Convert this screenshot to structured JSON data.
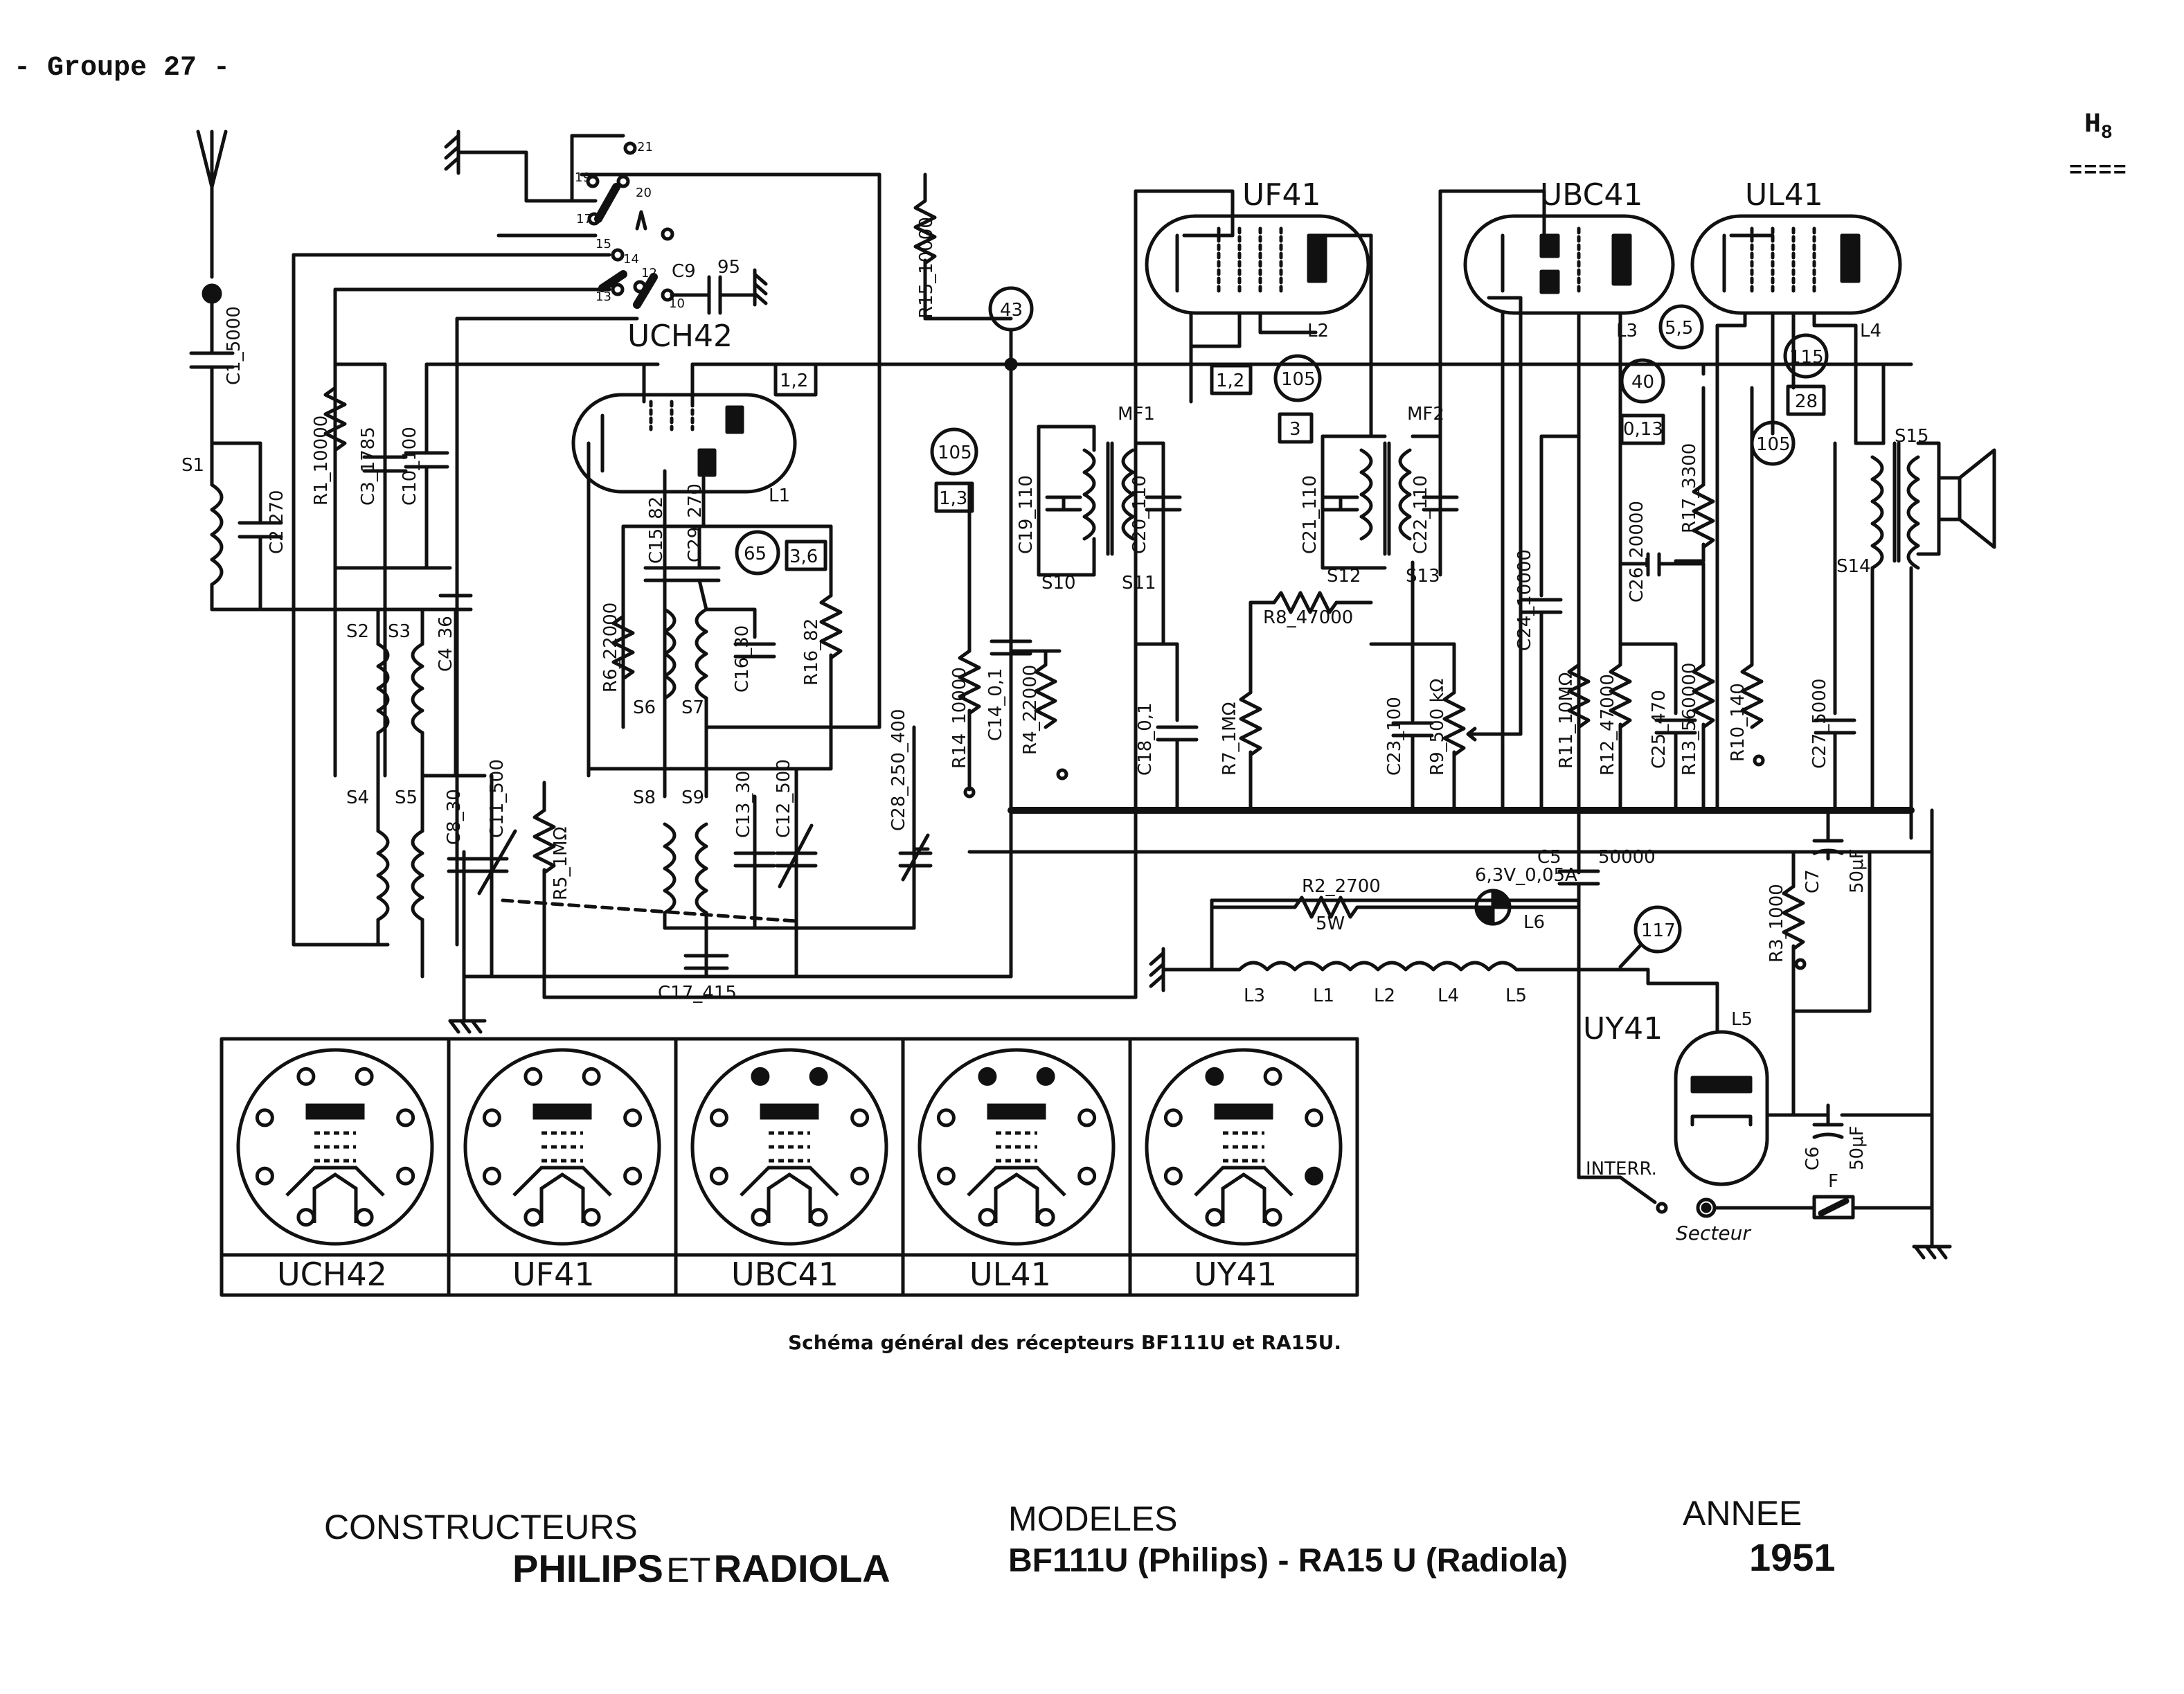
{
  "header": {
    "group": "- Groupe 27 -",
    "code_main": "H",
    "code_sub": "8",
    "code_mark": "===="
  },
  "tubes": {
    "uch42": "UCH42",
    "uf41": "UF41",
    "ubc41": "UBC41",
    "ul41": "UL41",
    "uy41": "UY41"
  },
  "bases": [
    "UCH42",
    "UF41",
    "UBC41",
    "UL41",
    "UY41"
  ],
  "components": {
    "c1": "C1_5000",
    "s1": "S1",
    "c2": "C2 270",
    "r1": "R1_10000",
    "c3": "C3_1785",
    "c10": "C10_100",
    "s2": "S2",
    "s3": "S3",
    "c4": "C4_36",
    "s4": "S4",
    "s5": "S5",
    "c8": "C8_30",
    "c11": "C11_500",
    "r5": "R5_1MΩ",
    "r6": "R6_22000",
    "c15": "C15_82",
    "c29": "C29_270",
    "s6": "S6",
    "s7": "S7",
    "c16": "C16_30",
    "r16": "R16_82",
    "s8": "S8",
    "s9": "S9",
    "c13": "C13_30",
    "c12": "C12_500",
    "c17": "C17_415",
    "c28": "C28_250_400",
    "r15": "R15_10000",
    "c9": "C9",
    "c9v": "95",
    "r14": "R14_10000",
    "c14": "C14_0,1",
    "r4": "R4_22000",
    "c19": "C19_110",
    "c20": "C20_110",
    "mf1": "MF1",
    "s10": "S10",
    "s11": "S11",
    "c18": "C18_0,1",
    "c21": "C21_110",
    "c22": "C22_110",
    "mf2": "MF2",
    "s12": "S12",
    "s13": "S13",
    "r8": "R8_47000",
    "r7": "R7_1MΩ",
    "c23": "C23_100",
    "r9": "R9_500 kΩ",
    "c24": "C24_10000",
    "r11": "R11_10MΩ",
    "r12": "R12_47000",
    "c25": "C25_470",
    "c26": "C26_20000",
    "r17": "R17_3300",
    "r13": "R13_560000",
    "r10": "R10_140",
    "c27": "C27_5000",
    "s14": "S14",
    "s15": "S15",
    "c5": "C5",
    "c5v": "50000",
    "c7": "C7",
    "c7v": "50μF",
    "r2": "R2_2700",
    "r2w": "5W",
    "l6": "L6",
    "l6v": "6,3V_0,05A",
    "r3": "R3_1000",
    "c6": "C6",
    "c6v": "50μF",
    "f": "F",
    "interr": "INTERR.",
    "secteur": "Secteur"
  },
  "lamps": [
    "L3",
    "L1",
    "L2",
    "L4",
    "L5"
  ],
  "tube_labels": {
    "l1": "L1",
    "l2": "L2",
    "l3": "L3",
    "l4": "L4",
    "l5": "L5"
  },
  "measurements": {
    "m43": "43",
    "m12a": "1,2",
    "m65": "65",
    "m36": "3,6",
    "m105a": "105",
    "m13": "1,3",
    "m12b": "1,2",
    "m105b": "105",
    "m3": "3",
    "m40": "40",
    "m013": "0,13",
    "m55": "5,5",
    "m115": "115",
    "m28": "28",
    "m105c": "105",
    "m117": "117"
  },
  "switch_contacts": [
    "21",
    "19",
    "20",
    "17",
    "15",
    "14",
    "13",
    "12",
    "10"
  ],
  "caption": "Schéma général des récepteurs BF111U et RA15U.",
  "footer": {
    "constructeurs_label": "CONSTRUCTEURS",
    "brand1": "PHILIPS",
    "et": "ET",
    "brand2": "RADIOLA",
    "modeles_label": "MODELES",
    "modeles_value": "BF111U (Philips) - RA15 U (Radiola)",
    "annee_label": "ANNEE",
    "annee_value": "1951"
  }
}
